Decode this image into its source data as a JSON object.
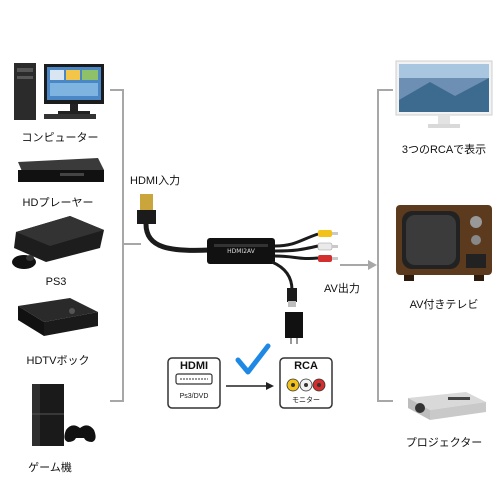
{
  "sources": [
    {
      "label": "コンピューター",
      "icon": "computer-icon"
    },
    {
      "label": "HDプレーヤー",
      "icon": "dvd-player-icon"
    },
    {
      "label": "PS3",
      "icon": "ps3-console-icon"
    },
    {
      "label": "HDTVボック",
      "icon": "hdtv-box-icon"
    },
    {
      "label": "ゲーム機",
      "icon": "game-console-icon"
    }
  ],
  "outputs": [
    {
      "label": "3つのRCAで表示",
      "icon": "monitor-icon"
    },
    {
      "label": "AV付きテレビ",
      "icon": "crt-tv-icon"
    },
    {
      "label": "プロジェクター",
      "icon": "projector-icon"
    }
  ],
  "cable": {
    "input_label": "HDMI入力",
    "output_label": "AV出力",
    "converter_text": "HDMI2AV"
  },
  "badges": {
    "hdmi_title": "HDMI",
    "hdmi_sub": "Ps3/DVD",
    "rca_title": "RCA",
    "rca_sub": "モニター"
  },
  "colors": {
    "line": "#a7a7a7",
    "check": "#1e88e5",
    "rca_yellow": "#f2c21b",
    "rca_white": "#f1f1f1",
    "rca_red": "#d32f2f"
  }
}
